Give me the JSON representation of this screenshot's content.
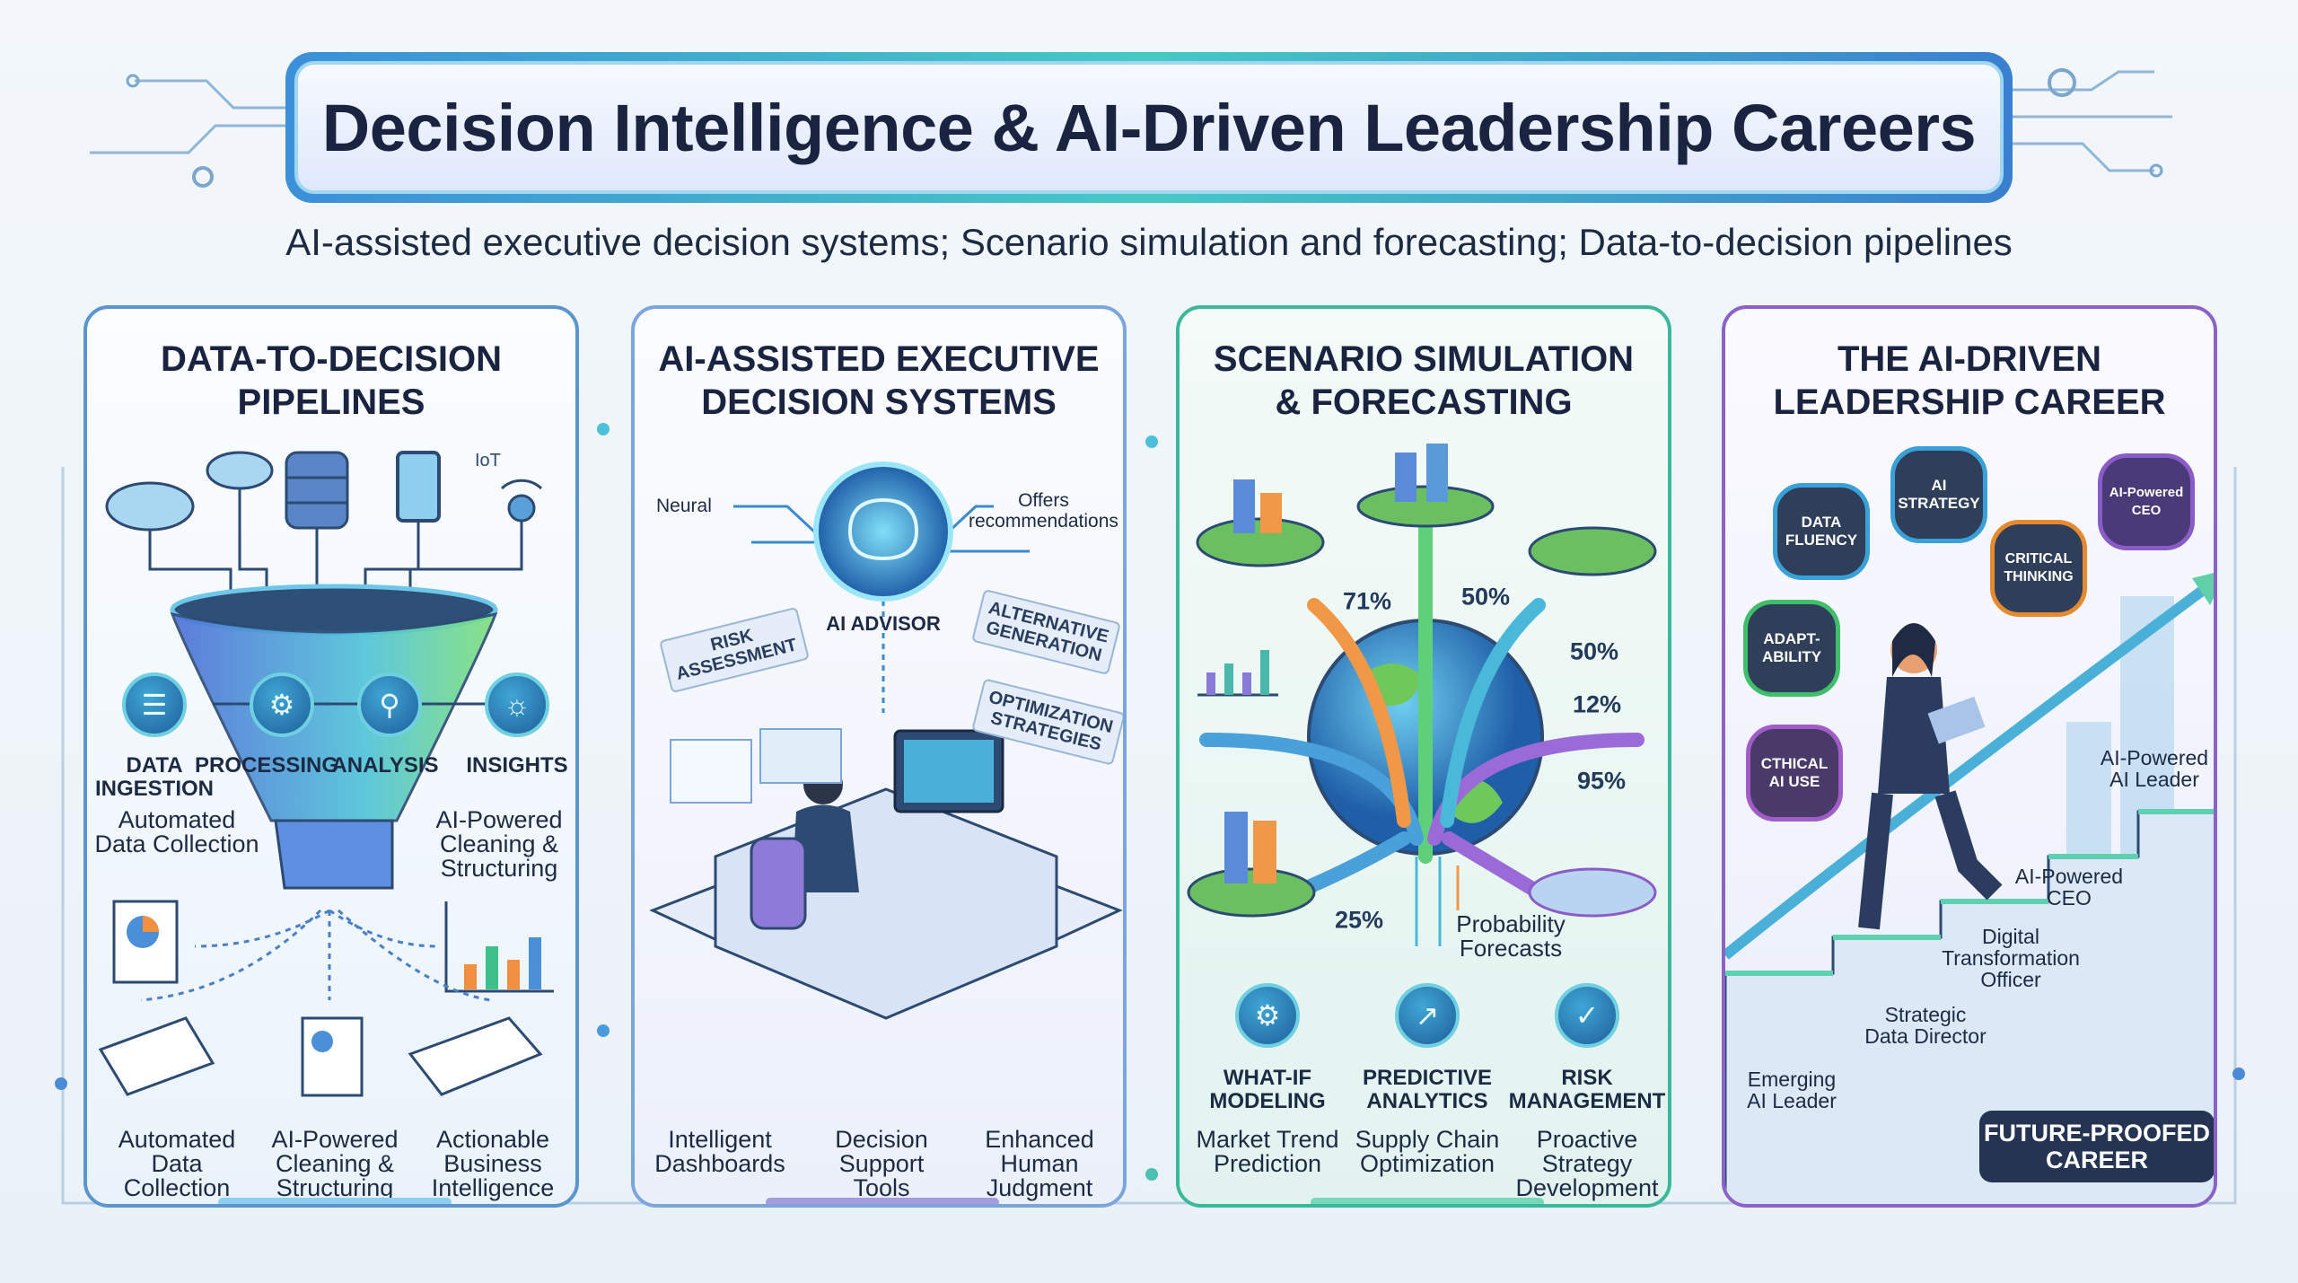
{
  "header": {
    "title": "Decision Intelligence & AI-Driven Leadership Careers",
    "subtitle": "AI-assisted executive decision systems; Scenario simulation and forecasting; Data-to-decision pipelines"
  },
  "panels": [
    {
      "title_line1": "DATA-TO-DECISION",
      "title_line2": "PIPELINES",
      "source_label": "IoT",
      "steps": [
        "DATA\nINGESTION",
        "PROCESSING",
        "ANALYSIS",
        "INSIGHTS"
      ],
      "step_ingestion_1": "DATA",
      "step_ingestion_2": "INGESTION",
      "mid_left": [
        "Automated",
        "Data Collection"
      ],
      "mid_right": [
        "AI-Powered",
        "Cleaning &",
        "Structuring"
      ],
      "bottom": [
        [
          "Automated",
          "Data",
          "Collection"
        ],
        [
          "AI-Powered",
          "Cleaning &",
          "Structuring"
        ],
        [
          "Actionable",
          "Business",
          "Intelligence"
        ]
      ]
    },
    {
      "title_line1": "AI-ASSISTED EXECUTIVE",
      "title_line2": "DECISION SYSTEMS",
      "neural": "Neural",
      "offers": [
        "Offers",
        "recommendations"
      ],
      "advisor": "AI ADVISOR",
      "risk": [
        "RISK",
        "ASSESSMENT"
      ],
      "alternative": [
        "ALTERNATIVE",
        "GENERATION"
      ],
      "optimization": [
        "OPTIMIZATION",
        "STRATEGIES"
      ],
      "bottom": [
        [
          "Intelligent",
          "Dashboards"
        ],
        [
          "Decision",
          "Support",
          "Tools"
        ],
        [
          "Enhanced",
          "Human",
          "Judgment"
        ]
      ]
    },
    {
      "title_line1": "SCENARIO SIMULATION",
      "title_line2": "& FORECASTING",
      "percentages": [
        "71%",
        "50%",
        "50%",
        "12%",
        "95%",
        "25%"
      ],
      "probability": [
        "Probability",
        "Forecasts"
      ],
      "methods": [
        [
          "WHAT-IF",
          "MODELING"
        ],
        [
          "PREDICTIVE",
          "ANALYTICS"
        ],
        [
          "RISK",
          "MANAGEMENT"
        ]
      ],
      "bottom": [
        [
          "Market Trend",
          "Prediction"
        ],
        [
          "Supply Chain",
          "Optimization"
        ],
        [
          "Proactive",
          "Strategy",
          "Development"
        ]
      ]
    },
    {
      "title_line1": "THE AI-DRIVEN",
      "title_line2": "LEADERSHIP CAREER",
      "badges": [
        [
          "DATA",
          "FLUENCY"
        ],
        [
          "AI",
          "STRATEGY"
        ],
        [
          "AI-Powered",
          "CEO"
        ],
        [
          "CRITICAL",
          "THINKING"
        ],
        [
          "ADAPT-",
          "ABILITY"
        ],
        [
          "CTHICAL",
          "AI USE"
        ]
      ],
      "badge_colors": [
        "#3aa0d8",
        "#3aa0d8",
        "#8a5cc8",
        "#e58a2e",
        "#3fbf6a",
        "#a25cc8"
      ],
      "stairs": [
        [
          "AI-Powered",
          "AI Leader"
        ],
        [
          "AI-Powered",
          "CEO"
        ],
        [
          "Digital",
          "Transformation",
          "Officer"
        ],
        [
          "Strategic",
          "Data Director"
        ],
        [
          "Emerging",
          "AI Leader"
        ]
      ],
      "footer": [
        "FUTURE-PROOFED",
        "CAREER"
      ]
    }
  ]
}
